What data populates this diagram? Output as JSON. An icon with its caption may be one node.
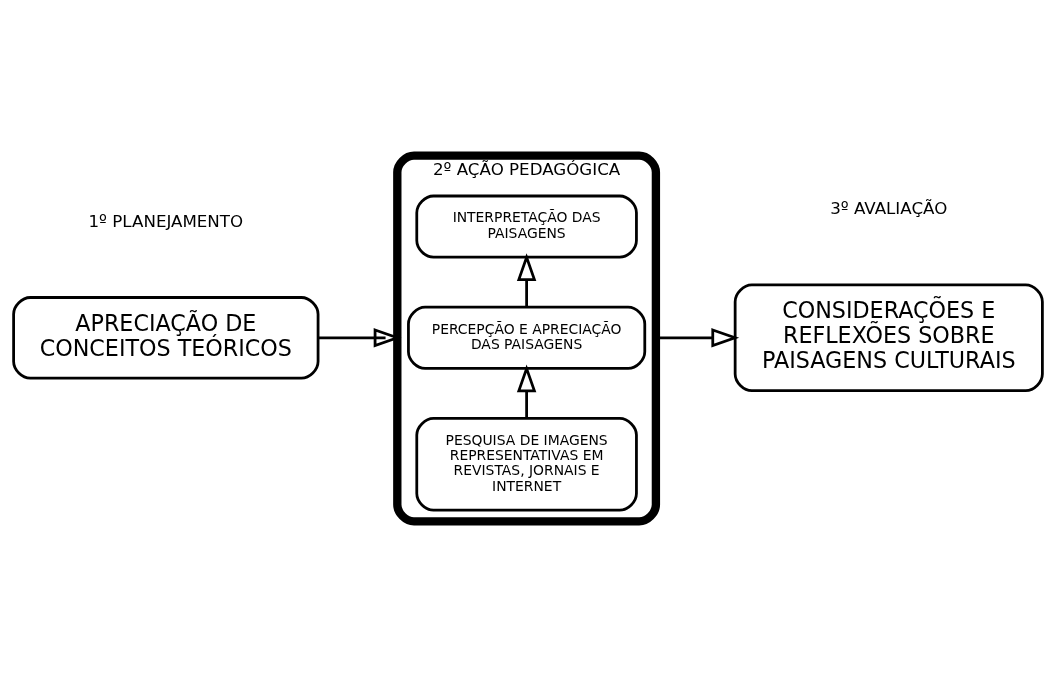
{
  "diagram": {
    "nodes": [
      {
        "text": [
          "APRECIAÇÃO DE CONCEITOS TEÓRICOS"
        ]
      },
      {
        "text": [
          "2º AÇÃO PEDAGÓGICA"
        ]
      },
      {
        "text": [
          "PESQUISA DE IMAGENS REPRESENTATIVAS EM REVISTAS, JORNAIS E INTERNET"
        ],
        "in": 1
      },
      {
        "text": [
          "PERCEPÇÃO E APRECIAÇÃO DAS PAISAGENS"
        ],
        "in": 1
      },
      {
        "text": [
          "INTERPRETAÇÃO DAS PAISAGENS"
        ],
        "in": 1
      },
      {
        "text": [
          "CONSIDERAÇÕES E REFLEXÕES SOBRE PAISAGENS CULTURAIS"
        ]
      }
    ],
    "edges": [
      {
        "from": 0,
        "to": 1,
        "arrow": "to"
      },
      {
        "from": 2,
        "to": 3,
        "arrow": "to"
      },
      {
        "from": 3,
        "to": 4,
        "arrow": "to"
      },
      {
        "from": 1,
        "to": 5,
        "arrow": "to"
      }
    ],
    "labels": [
      "1º PLANEJAMENTO",
      "3º AVALIAÇÃO"
    ]
  }
}
